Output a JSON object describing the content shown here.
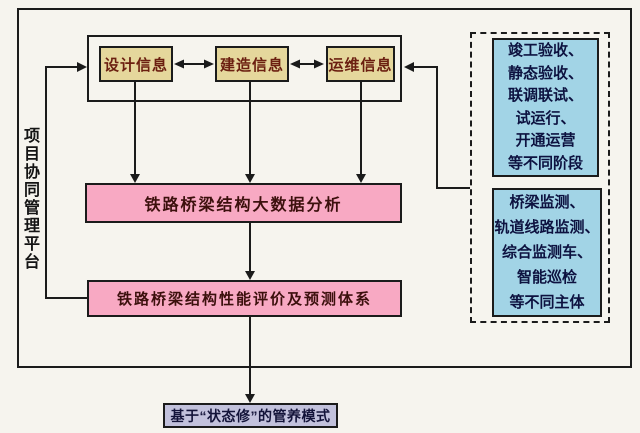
{
  "colors": {
    "background": "#f6f4ee",
    "line": "#1b1b1b",
    "info_box_fill": "#e5d79c",
    "info_box_text": "#6b1f10",
    "analysis_box_fill": "#f8a9c3",
    "analysis_box_text": "#3c100d",
    "stage_box_fill": "#a2d4e6",
    "stage_box_text": "#0d1240",
    "output_box_fill": "#c2c1dc",
    "output_box_text": "#14143a"
  },
  "diagram": {
    "platform_label": "项目协同管理平台",
    "info_boxes": [
      {
        "label": "设计信息"
      },
      {
        "label": "建造信息"
      },
      {
        "label": "运维信息"
      }
    ],
    "analysis_label": "铁路桥梁结构大数据分析",
    "evaluation_label": "铁路桥梁结构性能评价及预测体系",
    "output_label": "基于“状态修”的管养模式",
    "stages": {
      "lines": [
        "竣工验收、",
        "静态验收、",
        "联调联试、",
        "试运行、",
        "开通运营",
        "等不同阶段"
      ]
    },
    "subjects": {
      "lines": [
        "桥梁监测、",
        "轨道线路监测、",
        "综合监测车、",
        "智能巡检",
        "等不同主体"
      ]
    }
  }
}
